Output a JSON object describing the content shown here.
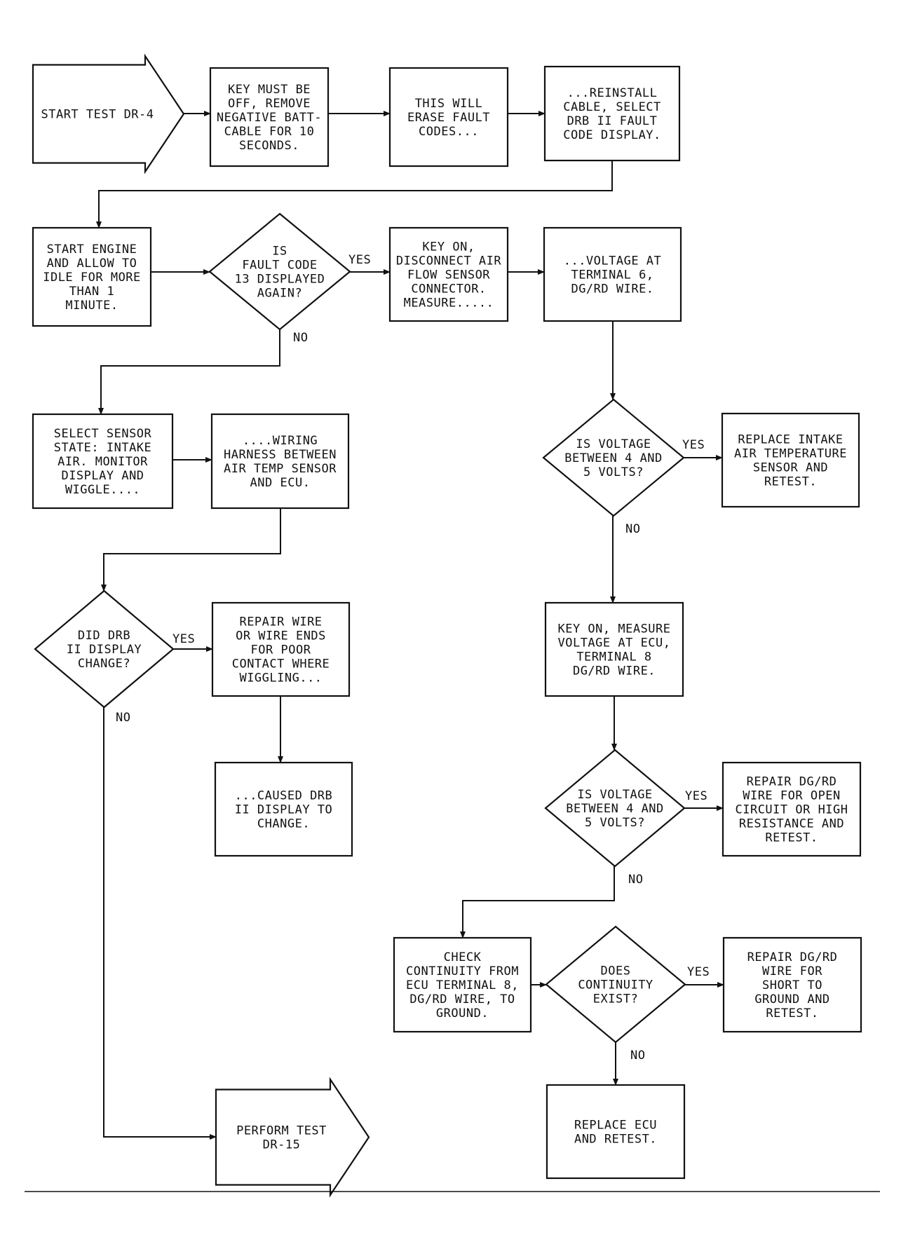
{
  "nodes": [
    {
      "id": "start",
      "kind": "arrow",
      "lines": [
        "START TEST DR-4"
      ]
    },
    {
      "id": "key-off",
      "kind": "box",
      "lines": [
        "KEY MUST BE",
        "OFF, REMOVE",
        "NEGATIVE BATT-",
        "CABLE FOR 10",
        "SECONDS."
      ]
    },
    {
      "id": "erase",
      "kind": "box",
      "lines": [
        "THIS WILL",
        "ERASE FAULT",
        "CODES..."
      ]
    },
    {
      "id": "reinstall",
      "kind": "box",
      "lines": [
        "...REINSTALL",
        "CABLE, SELECT",
        "DRB II FAULT",
        "CODE DISPLAY."
      ]
    },
    {
      "id": "start-engine",
      "kind": "box",
      "lines": [
        "START ENGINE",
        "AND ALLOW TO",
        "IDLE FOR MORE",
        "THAN 1",
        "MINUTE."
      ]
    },
    {
      "id": "q-fault13",
      "kind": "diamond",
      "lines": [
        "IS",
        "FAULT CODE",
        "13 DISPLAYED",
        "AGAIN?"
      ]
    },
    {
      "id": "key-on-disconnect",
      "kind": "box",
      "lines": [
        "KEY ON,",
        "DISCONNECT AIR",
        "FLOW SENSOR",
        "CONNECTOR.",
        "MEASURE....."
      ]
    },
    {
      "id": "voltage-t6",
      "kind": "box",
      "lines": [
        "...VOLTAGE AT",
        "TERMINAL 6,",
        "DG/RD WIRE."
      ]
    },
    {
      "id": "select-sensor",
      "kind": "box",
      "lines": [
        "SELECT SENSOR",
        "STATE: INTAKE",
        "AIR. MONITOR",
        "DISPLAY AND",
        "WIGGLE...."
      ]
    },
    {
      "id": "wiring-harness",
      "kind": "box",
      "lines": [
        "....WIRING",
        "HARNESS BETWEEN",
        "AIR TEMP SENSOR",
        "AND ECU."
      ]
    },
    {
      "id": "q-volt-1",
      "kind": "diamond",
      "lines": [
        "IS VOLTAGE",
        "BETWEEN 4 AND",
        "5 VOLTS?"
      ]
    },
    {
      "id": "replace-iat",
      "kind": "box",
      "lines": [
        "REPLACE INTAKE",
        "AIR TEMPERATURE",
        "SENSOR AND",
        "RETEST."
      ]
    },
    {
      "id": "q-drb-change",
      "kind": "diamond",
      "lines": [
        "DID DRB",
        "II DISPLAY",
        "CHANGE?"
      ]
    },
    {
      "id": "repair-wire-ends",
      "kind": "box",
      "lines": [
        "REPAIR WIRE",
        "OR WIRE ENDS",
        "FOR POOR",
        "CONTACT WHERE",
        "WIGGLING..."
      ]
    },
    {
      "id": "key-on-ecu",
      "kind": "box",
      "lines": [
        "KEY ON, MEASURE",
        "VOLTAGE AT ECU,",
        "TERMINAL 8",
        "DG/RD WIRE."
      ]
    },
    {
      "id": "caused-drb",
      "kind": "box",
      "lines": [
        "...CAUSED DRB",
        "II DISPLAY TO",
        "CHANGE."
      ]
    },
    {
      "id": "q-volt-2",
      "kind": "diamond",
      "lines": [
        "IS VOLTAGE",
        "BETWEEN 4 AND",
        "5 VOLTS?"
      ]
    },
    {
      "id": "repair-open",
      "kind": "box",
      "lines": [
        "REPAIR DG/RD",
        "WIRE FOR OPEN",
        "CIRCUIT OR HIGH",
        "RESISTANCE AND",
        "RETEST."
      ]
    },
    {
      "id": "check-continuity",
      "kind": "box",
      "lines": [
        "CHECK",
        "CONTINUITY FROM",
        "ECU TERMINAL 8,",
        "DG/RD WIRE, TO",
        "GROUND."
      ]
    },
    {
      "id": "q-continuity",
      "kind": "diamond",
      "lines": [
        "DOES",
        "CONTINUITY",
        "EXIST?"
      ]
    },
    {
      "id": "repair-short",
      "kind": "box",
      "lines": [
        "REPAIR DG/RD",
        "WIRE FOR",
        "SHORT TO",
        "GROUND AND",
        "RETEST."
      ]
    },
    {
      "id": "perform-dr15",
      "kind": "arrow",
      "lines": [
        "PERFORM TEST",
        "DR-15"
      ]
    },
    {
      "id": "replace-ecu",
      "kind": "box",
      "lines": [
        "REPLACE ECU",
        "AND RETEST."
      ]
    }
  ],
  "labels": {
    "yes": "YES",
    "no": "NO"
  },
  "colors": {
    "ink": "#111111",
    "paper": "#ffffff"
  }
}
